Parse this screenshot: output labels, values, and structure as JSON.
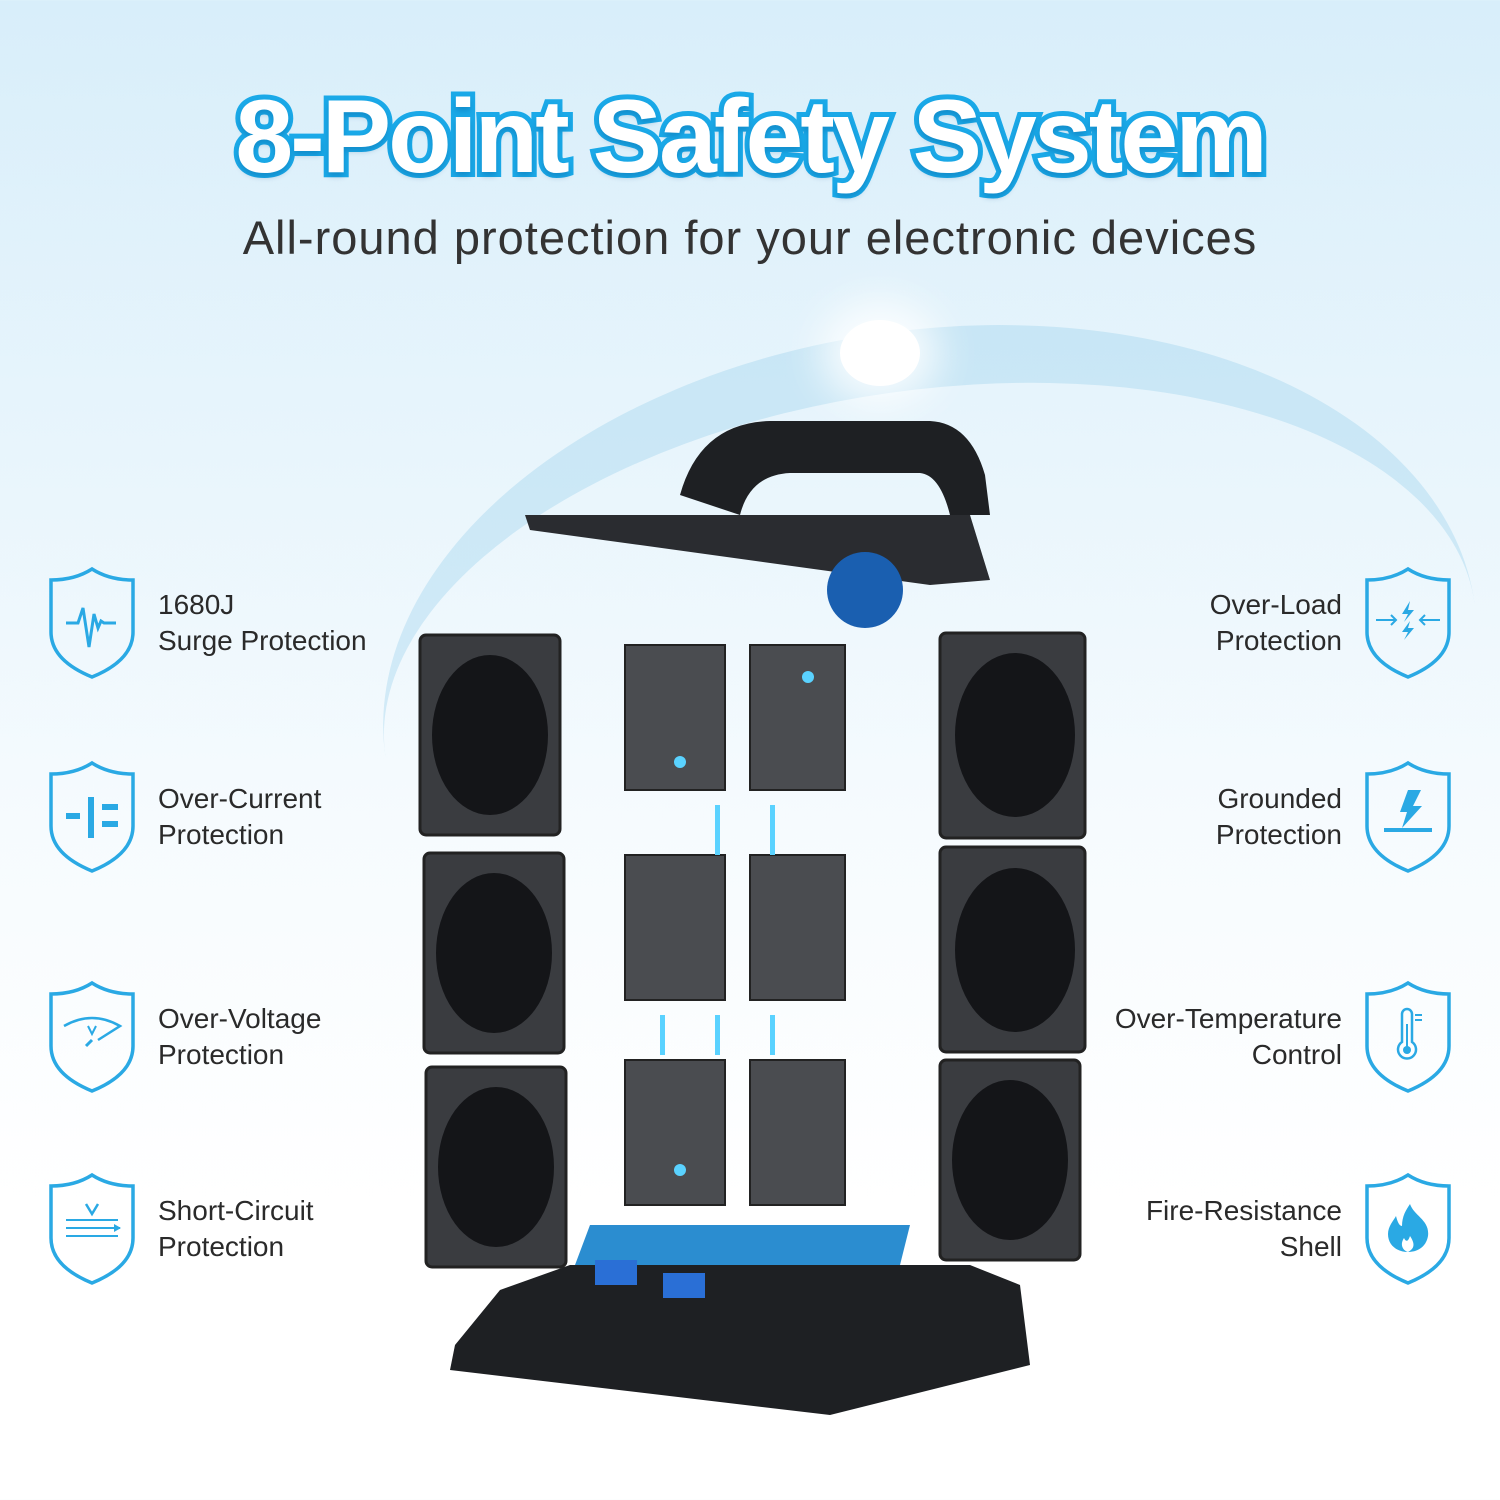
{
  "title": "8-Point Safety System",
  "subtitle": "All-round protection for your electronic devices",
  "accent_color": "#1aa9e8",
  "features_left": [
    {
      "line1": "1680J",
      "line2": "Surge Protection",
      "icon": "heartbeat-icon"
    },
    {
      "line1": "Over-Current",
      "line2": "Protection",
      "icon": "current-icon"
    },
    {
      "line1": "Over-Voltage",
      "line2": "Protection",
      "icon": "voltage-gauge-icon"
    },
    {
      "line1": "Short-Circuit",
      "line2": "Protection",
      "icon": "short-circuit-icon"
    }
  ],
  "features_right": [
    {
      "line1": "Over-Load",
      "line2": "Protection",
      "icon": "overload-icon"
    },
    {
      "line1": "Grounded",
      "line2": "Protection",
      "icon": "ground-bolt-icon"
    },
    {
      "line1": "Over-Temperature",
      "line2": "Control",
      "icon": "thermometer-icon"
    },
    {
      "line1": "Fire-Resistance",
      "line2": "Shell",
      "icon": "flame-icon"
    }
  ]
}
